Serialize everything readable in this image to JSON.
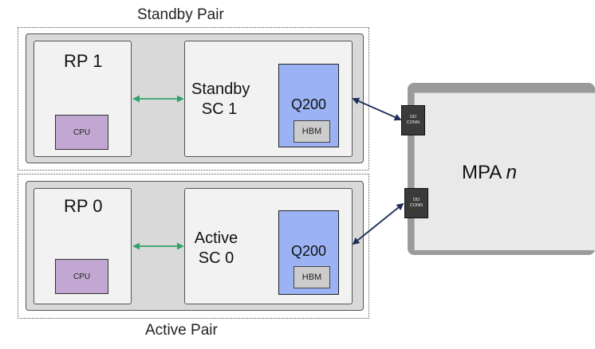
{
  "standby_pair": {
    "label": "Standby Pair",
    "rp": {
      "label": "RP 1",
      "cpu_label": "CPU"
    },
    "sc": {
      "line1": "Standby",
      "line2": "SC 1"
    },
    "asic": {
      "label": "Q200",
      "hbm_label": "HBM"
    }
  },
  "active_pair": {
    "label": "Active Pair",
    "rp": {
      "label": "RP 0",
      "cpu_label": "CPU"
    },
    "sc": {
      "line1": "Active",
      "line2": "SC 0"
    },
    "asic": {
      "label": "Q200",
      "hbm_label": "HBM"
    }
  },
  "mpa": {
    "label": "MPA",
    "label_variable": "n",
    "connectors": [
      {
        "line1": "OD",
        "line2": "CONN"
      },
      {
        "line1": "OD",
        "line2": "CONN"
      }
    ]
  },
  "colors": {
    "internal_link": "#2ea36a",
    "external_link": "#1f2f5a",
    "asic_fill": "#9bb3f4",
    "cpu_fill": "#c3a7d3"
  }
}
